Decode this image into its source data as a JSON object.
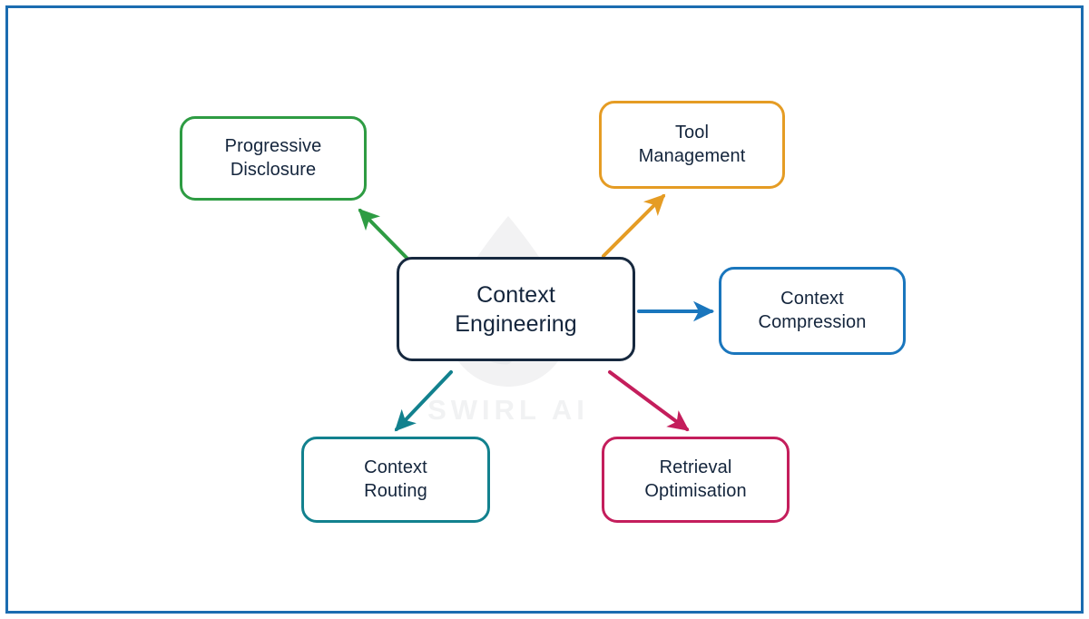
{
  "diagram": {
    "type": "mind-map",
    "center": {
      "id": "context-engineering",
      "label": "Context\nEngineering",
      "color": "#17293F"
    },
    "branches": [
      {
        "id": "progressive-disclosure",
        "label": "Progressive\nDisclosure",
        "color": "#2E9C43",
        "direction": "up-left",
        "arrow_from": "center",
        "arrow_to": "progressive-disclosure"
      },
      {
        "id": "tool-management",
        "label": "Tool\nManagement",
        "color": "#E59C24",
        "direction": "up-right",
        "arrow_from": "center",
        "arrow_to": "tool-management"
      },
      {
        "id": "context-compression",
        "label": "Context\nCompression",
        "color": "#1A76BD",
        "direction": "right",
        "arrow_from": "center",
        "arrow_to": "context-compression"
      },
      {
        "id": "context-routing",
        "label": "Context\nRouting",
        "color": "#12818E",
        "direction": "down-left",
        "arrow_from": "center",
        "arrow_to": "context-routing"
      },
      {
        "id": "retrieval-optimisation",
        "label": "Retrieval\nOptimisation",
        "color": "#C41E5C",
        "direction": "down-right",
        "arrow_from": "center",
        "arrow_to": "retrieval-optimisation"
      }
    ],
    "frame": {
      "border_color": "#1B6CB0"
    },
    "watermark": {
      "text": "SWIRL AI",
      "color": "#F1F2F3",
      "shape": "droplet-with-spiral"
    },
    "background": "#FFFFFF"
  }
}
